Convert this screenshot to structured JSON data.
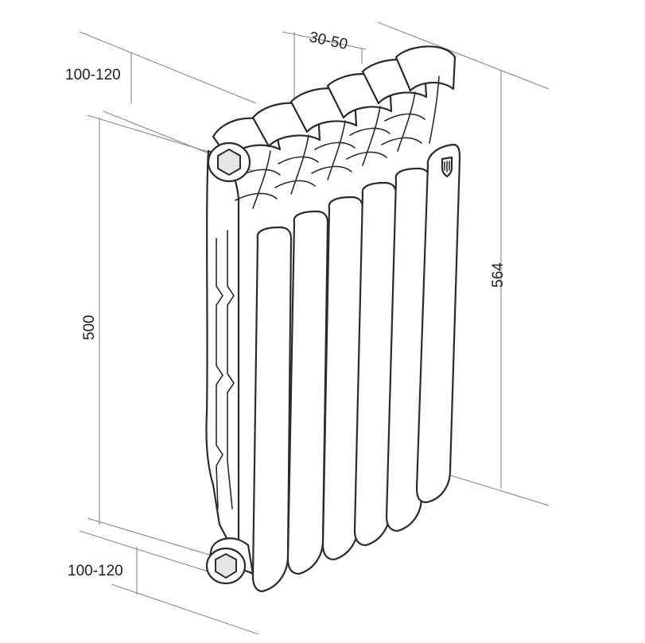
{
  "dimensions": {
    "top_depth": "100-120",
    "fin_spacing": "30-50",
    "bottom_depth": "100-120",
    "axis_height": "500",
    "total_height": "564"
  }
}
